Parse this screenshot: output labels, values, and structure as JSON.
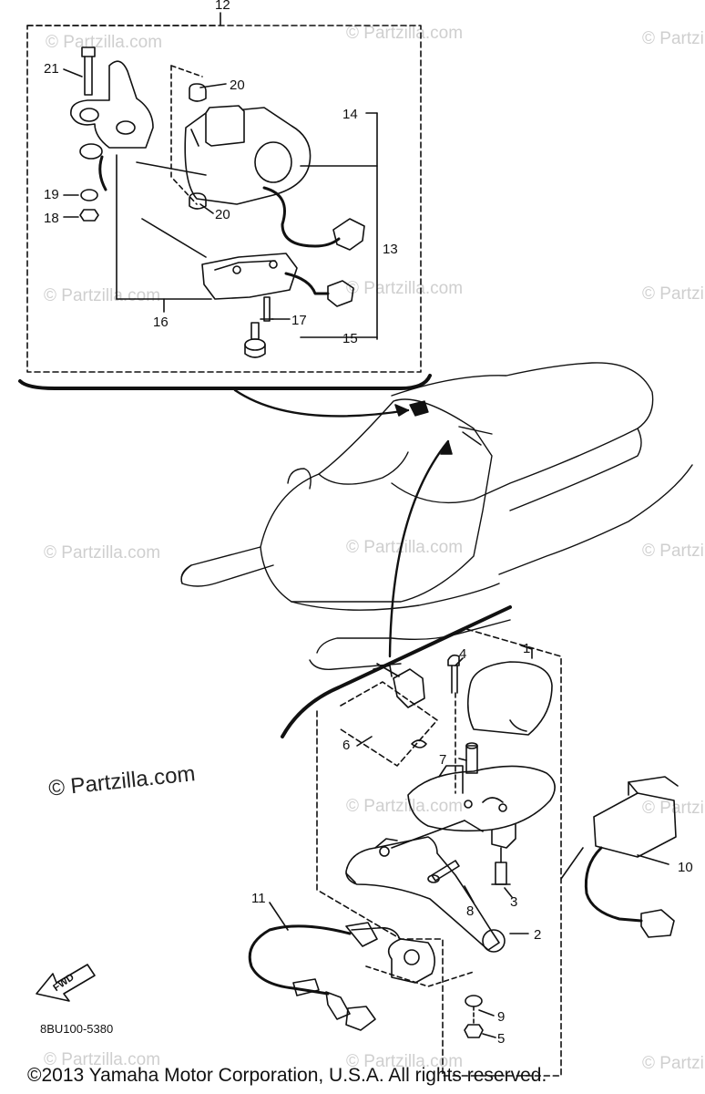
{
  "diagram": {
    "callouts": [
      "1",
      "2",
      "3",
      "4",
      "5",
      "6",
      "7",
      "8",
      "9",
      "10",
      "11",
      "12",
      "13",
      "14",
      "15",
      "16",
      "17",
      "18",
      "19",
      "20",
      "20",
      "21"
    ],
    "main_watermark": "© Partzilla.com",
    "background_watermark": "© Partzilla.com",
    "forward_arrow_label": "FWD",
    "diagram_code": "8BU100-5380",
    "copyright": "©2013  Yamaha Motor Corporation, U.S.A. All rights reserved."
  }
}
